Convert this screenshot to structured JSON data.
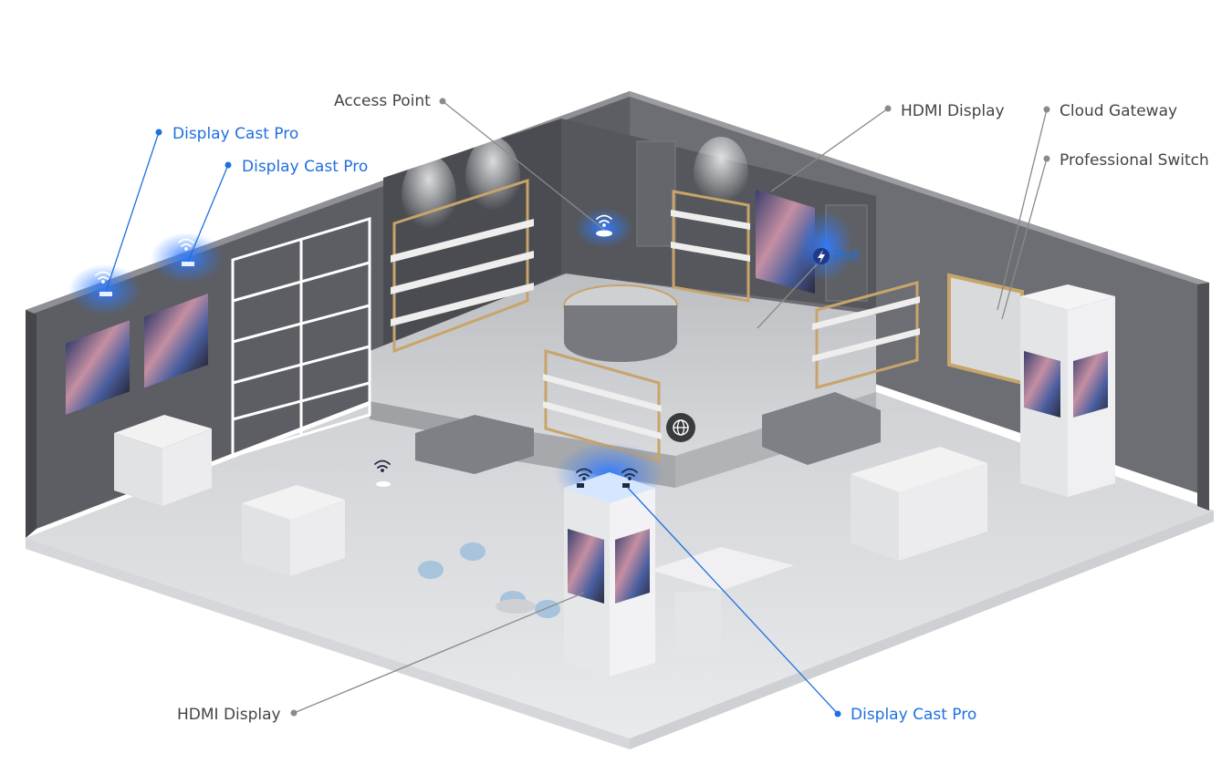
{
  "callouts": {
    "access_point": "Access Point",
    "hdmi_display_top": "HDMI Display",
    "cloud_gateway": "Cloud Gateway",
    "professional_switch": "Professional Switch",
    "display_cast_pro_1": "Display Cast Pro",
    "display_cast_pro_2": "Display Cast Pro",
    "hdmi_display_bottom": "HDMI Display",
    "display_cast_pro_bottom": "Display Cast Pro"
  },
  "badges": {
    "poe": "PoE"
  },
  "colors": {
    "accent": "#1f6fe0",
    "leader_gray": "#8a8a8a",
    "glow": "#2f7bff"
  },
  "icons": [
    "wifi-icon",
    "lightning-icon",
    "globe-icon"
  ]
}
